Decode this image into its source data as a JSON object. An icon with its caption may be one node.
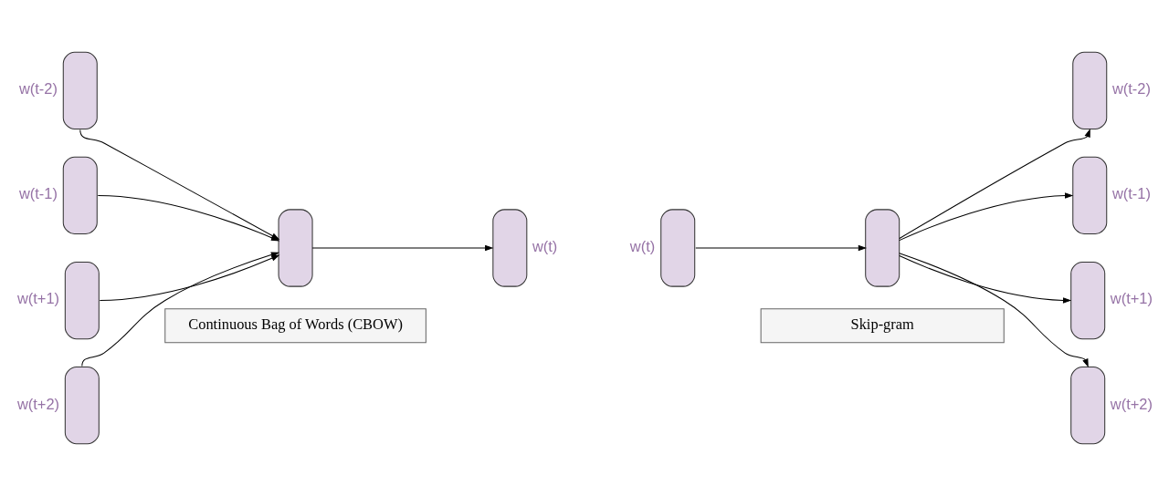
{
  "diagram": {
    "nodes": [
      {
        "text": [],
        "shape": "box",
        "beside": [
          "w(t-2)"
        ]
      },
      {
        "text": [],
        "shape": "box",
        "beside": [
          "w(t-1)"
        ]
      },
      {
        "text": [],
        "shape": "box",
        "beside": [
          "w(t+1)"
        ]
      },
      {
        "text": [],
        "shape": "box",
        "beside": [
          "w(t+2)"
        ]
      },
      {
        "text": [],
        "shape": "box"
      },
      {
        "text": [],
        "shape": "box",
        "beside": [
          "w(t)"
        ]
      },
      {
        "text": [],
        "shape": "box",
        "beside": [
          "w(t)"
        ]
      },
      {
        "text": [],
        "shape": "box"
      },
      {
        "text": [],
        "shape": "box",
        "beside": [
          "w(t-2)"
        ]
      },
      {
        "text": [],
        "shape": "box",
        "beside": [
          "w(t-1)"
        ]
      },
      {
        "text": [],
        "shape": "box",
        "beside": [
          "w(t+1)"
        ]
      },
      {
        "text": [],
        "shape": "box",
        "beside": [
          "w(t+2)"
        ]
      },
      {
        "text": [
          "Continuous Bag of Words (CBOW)"
        ]
      },
      {
        "text": [
          "Skip-gram"
        ]
      }
    ],
    "edges": [
      {
        "from": 0,
        "to": 4,
        "arrow": "to"
      },
      {
        "from": 1,
        "to": 4,
        "arrow": "to"
      },
      {
        "from": 2,
        "to": 4,
        "arrow": "to"
      },
      {
        "from": 3,
        "to": 4,
        "arrow": "to"
      },
      {
        "from": 4,
        "to": 5,
        "arrow": "to"
      },
      {
        "from": 6,
        "to": 7,
        "arrow": "to"
      },
      {
        "from": 7,
        "to": 8,
        "arrow": "to"
      },
      {
        "from": 7,
        "to": 9,
        "arrow": "to"
      },
      {
        "from": 7,
        "to": 10,
        "arrow": "to"
      },
      {
        "from": 7,
        "to": 11,
        "arrow": "to"
      }
    ]
  }
}
